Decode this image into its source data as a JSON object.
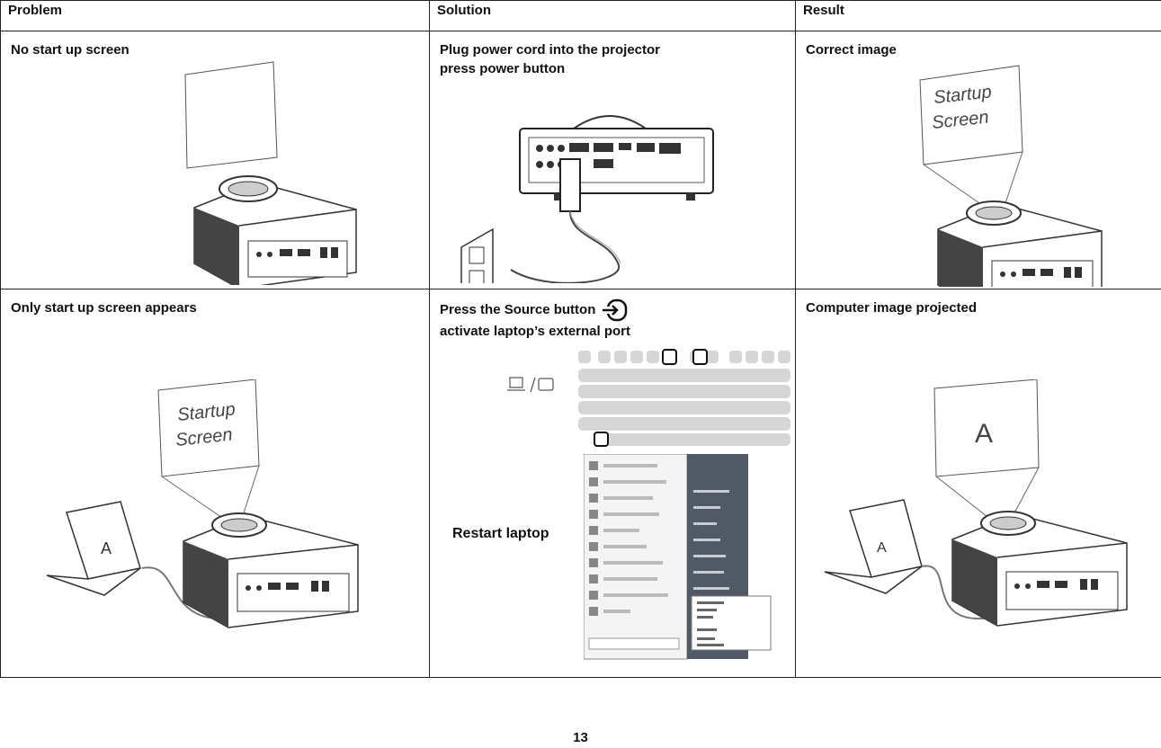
{
  "table": {
    "headers": [
      "Problem",
      "Solution",
      "Result"
    ],
    "rows": [
      {
        "problem": "No start up screen",
        "solution": [
          "Plug power cord into the projector",
          "press power button"
        ],
        "result": "Correct image"
      },
      {
        "problem": "Only start up screen appears",
        "solution": [
          "Press the Source button",
          "activate laptop’s external port"
        ],
        "result": "Computer image projected"
      }
    ]
  },
  "illustrations": {
    "startup_text": [
      "Startup",
      "Screen"
    ],
    "laptop_letter": "A",
    "projected_letter": "A",
    "restart_label": "Restart laptop",
    "icons": [
      "source-button-icon",
      "projector-icon",
      "power-outlet-icon",
      "keyboard-icon",
      "laptop-monitor-toggle-icon",
      "start-menu-screenshot",
      "laptop-icon"
    ]
  },
  "page_number": "13"
}
